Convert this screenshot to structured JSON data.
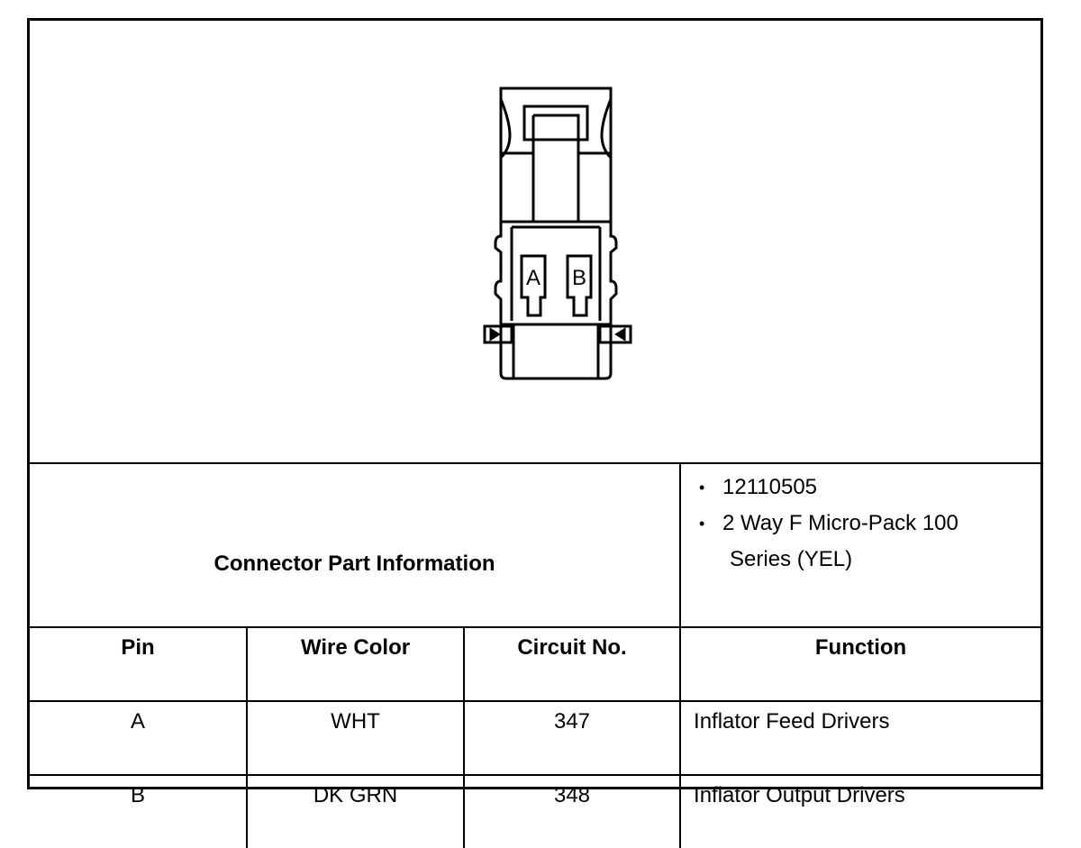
{
  "diagram": {
    "pin_labels": [
      "A",
      "B"
    ]
  },
  "info": {
    "title": "Connector Part Information",
    "items": [
      "12110505",
      "2 Way F Micro-Pack 100",
      "Series (YEL)"
    ]
  },
  "table": {
    "headers": {
      "pin": "Pin",
      "wire_color": "Wire Color",
      "circuit": "Circuit No.",
      "function": "Function"
    },
    "rows": [
      {
        "pin": "A",
        "wire_color": "WHT",
        "circuit": "347",
        "function": "Inflator Feed Drivers"
      },
      {
        "pin": "B",
        "wire_color": "DK GRN",
        "circuit": "348",
        "function": "Inflator Output Drivers"
      }
    ]
  }
}
